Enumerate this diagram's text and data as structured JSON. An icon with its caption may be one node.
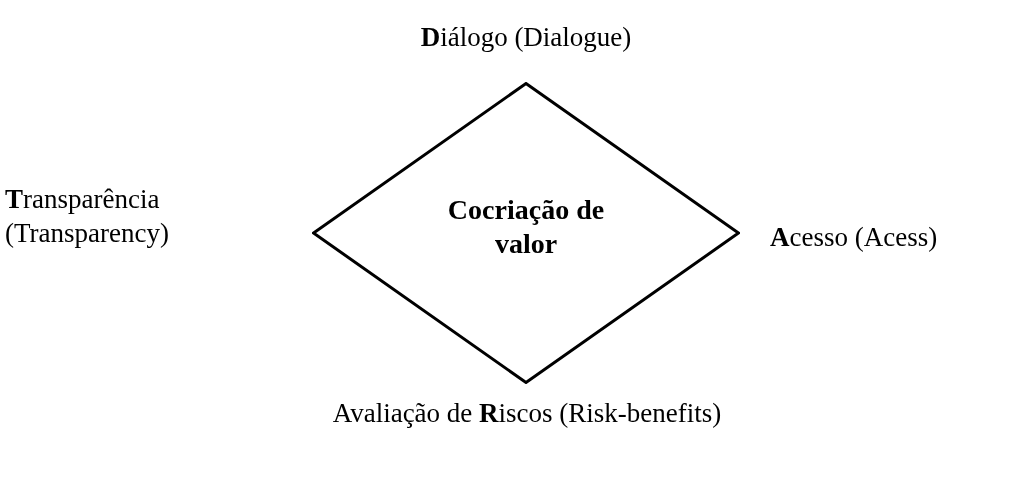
{
  "diagram": {
    "nodes": [
      {
        "text": [
          "Cocriação de valor"
        ]
      }
    ],
    "labels": [
      "**D**iálogo (Dialogue)",
      "**T**ransparência (Transparency)",
      "**A**cesso (Acess)",
      "Avaliação de **R**iscos (Risk-benefits)"
    ]
  }
}
